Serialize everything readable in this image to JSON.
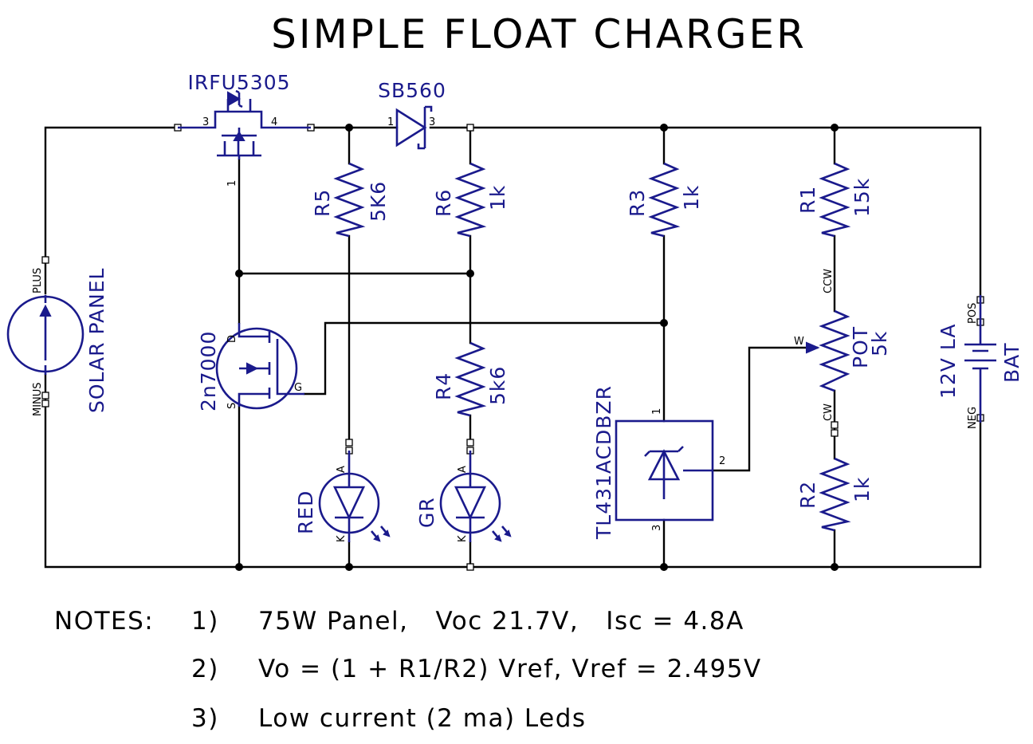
{
  "title": "SIMPLE FLOAT CHARGER",
  "components": {
    "q1": {
      "part": "IRFU5305",
      "pin_left": "3",
      "pin_right": "4",
      "pin_gate": "1"
    },
    "d1": {
      "part": "SB560",
      "pin_anode": "1",
      "pin_cathode": "3"
    },
    "r5": {
      "ref": "R5",
      "value": "5K6"
    },
    "r6": {
      "ref": "R6",
      "value": "1k"
    },
    "r3": {
      "ref": "R3",
      "value": "1k"
    },
    "r1": {
      "ref": "R1",
      "value": "15k"
    },
    "r4": {
      "ref": "R4",
      "value": "5k6"
    },
    "r2": {
      "ref": "R2",
      "value": "1k"
    },
    "pot": {
      "ref": "POT",
      "value": "5k",
      "ccw": "CCW",
      "cw": "CW",
      "wiper": "W"
    },
    "q2": {
      "part": "2n7000",
      "d": "D",
      "s": "S",
      "g": "G"
    },
    "u1": {
      "part": "TL431ACDBZR",
      "pin1": "1",
      "pin2": "2",
      "pin3": "3"
    },
    "led_red": {
      "label": "RED",
      "a": "A",
      "k": "K"
    },
    "led_gr": {
      "label": "GR",
      "a": "A",
      "k": "K"
    },
    "panel": {
      "label": "SOLAR PANEL",
      "plus": "PLUS",
      "minus": "MINUS"
    },
    "battery": {
      "type": "12V LA",
      "name": "BAT",
      "pos": "POS",
      "neg": "NEG"
    }
  },
  "notes": {
    "heading": "NOTES:",
    "items": [
      {
        "num": "1)",
        "text": "75W Panel,   Voc 21.7V,   Isc = 4.8A"
      },
      {
        "num": "2)",
        "text": "Vo = (1 + R1/R2) Vref, Vref = 2.495V"
      },
      {
        "num": "3)",
        "text": "Low current (2 ma) Leds"
      }
    ]
  }
}
